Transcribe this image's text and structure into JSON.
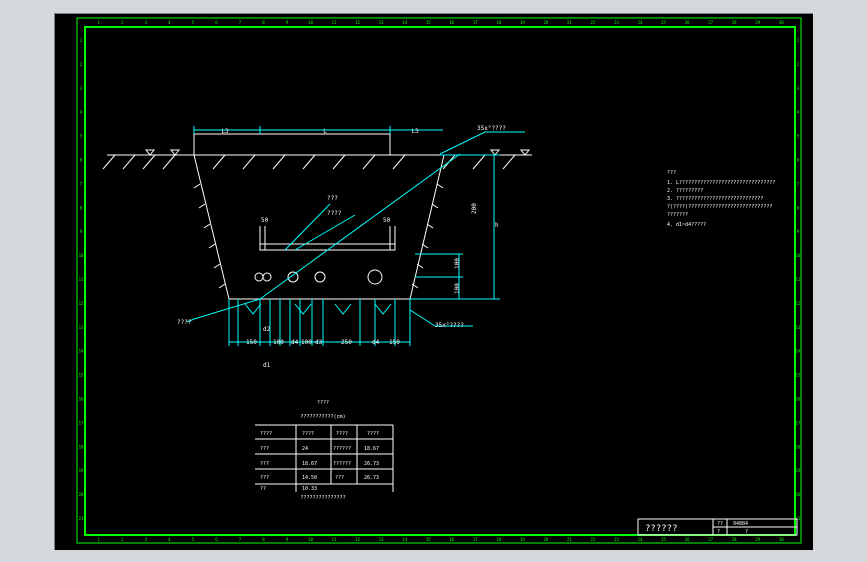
{
  "drawing": {
    "dimensions": {
      "L3_left": "L3",
      "L": "L",
      "L3_right": "L3",
      "h": "h",
      "v200": "200",
      "v100a": "100",
      "v100b": "100",
      "v50_left": "50",
      "v50_right": "50",
      "bottom": [
        "150",
        "d2",
        "100",
        "d4",
        "100",
        "d3",
        "250",
        "d4",
        "150"
      ],
      "d1": "d1"
    },
    "callouts": {
      "top_right": "35x°????",
      "cable1": "???",
      "cable2": "????",
      "left": "????",
      "bottom_right": "35x°????"
    }
  },
  "notes": {
    "title": "???",
    "items": [
      "1. L????????????????????????????????",
      "2. ?????????",
      "3. ?????????????????????????????",
      "   ?(????)????????????????????????????",
      "   ???????",
      "4. d1~d4?????"
    ]
  },
  "table": {
    "title": "????",
    "subtitle": "???????????(cm)",
    "rows": [
      [
        "????",
        "????",
        "????",
        "????"
      ],
      [
        "???",
        "24",
        "??????",
        "18.67"
      ],
      [
        "???",
        "18.67",
        "??????",
        "26.73"
      ],
      [
        "???",
        "14.50",
        "???",
        "26.73"
      ],
      [
        "??",
        "10.33",
        "",
        ""
      ]
    ],
    "footer": "???????????????"
  },
  "title_block": {
    "name": "??????",
    "label1": "??",
    "value1": "94884",
    "label2": "?",
    "value2": "?"
  },
  "ruler": {
    "top": [
      "1",
      "2",
      "3",
      "4",
      "5",
      "6",
      "7",
      "8",
      "9",
      "10",
      "11",
      "12",
      "13",
      "14",
      "15",
      "16",
      "17",
      "18",
      "19",
      "20",
      "21",
      "22",
      "23",
      "24",
      "25",
      "26",
      "27",
      "28",
      "29",
      "30"
    ],
    "right": [
      "1",
      "2",
      "3",
      "4",
      "5",
      "6",
      "7",
      "8",
      "9",
      "10",
      "11",
      "12",
      "13",
      "14",
      "15",
      "16",
      "17",
      "18",
      "19",
      "20",
      "21"
    ]
  },
  "colors": {
    "canvas": "#000000",
    "frame": "#00ff00",
    "geometry": "#ffffff",
    "dimension": "#00ffff",
    "window": "#d4d8dc"
  }
}
